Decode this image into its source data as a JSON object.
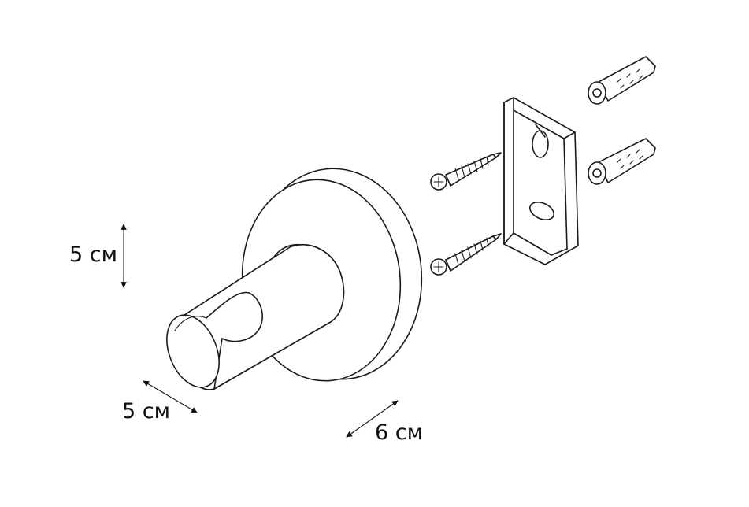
{
  "dimensions": {
    "height": "5 см",
    "depth": "5 см",
    "width": "6 см"
  }
}
